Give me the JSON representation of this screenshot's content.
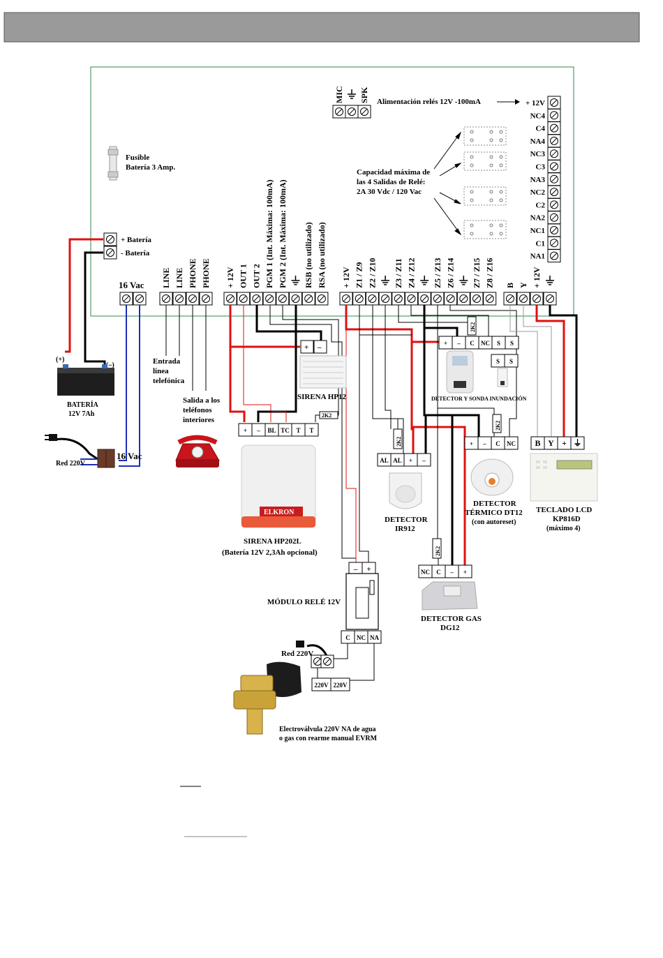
{
  "header_bar": {
    "color": "#9a9a9a"
  },
  "board": {
    "border_color": "#2f8a4a"
  },
  "top_terminals": {
    "labels": [
      "MIC",
      "⏚",
      "SPK"
    ]
  },
  "relay_power_label": "Alimentación relés 12V -100mA",
  "relay_terminals": [
    "+ 12V",
    "NC4",
    "C4",
    "NA4",
    "NC3",
    "C3",
    "NA3",
    "NC2",
    "C2",
    "NA2",
    "NC1",
    "C1",
    "NA1"
  ],
  "relay_capacity": {
    "line1": "Capacidad máxima de",
    "line2": "las 4 Salidas de Relé:",
    "line3": "2A 30 Vdc / 120 Vac"
  },
  "fuse": {
    "line1": "Fusible",
    "line2": "Batería 3 Amp."
  },
  "battery_terminals": {
    "plus": "+  Batería",
    "minus": "-   Batería"
  },
  "bottom_groups": {
    "vac_label": "16 Vac",
    "phone": [
      "LINE",
      "LINE",
      "PHONE",
      "PHONE"
    ],
    "outputs": [
      "+ 12V",
      "OUT 1",
      "OUT 2",
      "PGM 1 (Int. Máxima: 100mA)",
      "PGM 2 (Int. Máxima: 100mA)",
      "⏚",
      "RSB  (no utilizado)",
      "RSA  (no utilizado)"
    ],
    "zones": [
      "+ 12V",
      "Z1 / Z9",
      "Z2 / Z10",
      "⏚",
      "Z3 / Z11",
      "Z4 / Z12",
      "⏚",
      "Z5 / Z13",
      "Z6 / Z14",
      "⏚",
      "Z7 / Z15",
      "Z8 / Z16"
    ],
    "bus": [
      "B",
      "Y",
      "+ 12V",
      "⏚"
    ]
  },
  "battery": {
    "plus": "(+)",
    "minus": "(–)",
    "name": "BATERÍA",
    "spec": "12V 7Ah"
  },
  "mains": {
    "label": "Red 220V",
    "vac": "16 Vac"
  },
  "phone_line": {
    "l1": "Entrada",
    "l2": "línea",
    "l3": "telefónica"
  },
  "phone_int": {
    "l1": "Salida a los",
    "l2": "teléfonos",
    "l3": "interiores"
  },
  "siren_hp12": {
    "name": "SIRENA HP12",
    "plus": "+",
    "minus": "–"
  },
  "siren_hp202": {
    "name": "SIRENA HP202L",
    "note": "(Batería 12V 2,3Ah opcional)",
    "brand": "ELKRON",
    "terms": [
      "+",
      "–",
      "BL",
      "TC",
      "T",
      "T"
    ],
    "res": "2K2"
  },
  "flood": {
    "name": "DETECTOR Y SONDA INUNDACIÓN",
    "terms": [
      "+",
      "–",
      "C",
      "NC",
      "S",
      "S"
    ],
    "probe": [
      "S",
      "S"
    ],
    "res": "2K2"
  },
  "ir912": {
    "name": "DETECTOR",
    "model": "IR912",
    "terms": [
      "AL",
      "AL",
      "+",
      "–"
    ],
    "res": "2K2"
  },
  "dt12": {
    "name": "DETECTOR",
    "l2": "TÉRMICO DT12",
    "l3": "(con autoreset)",
    "terms": [
      "+",
      "–",
      "C",
      "NC"
    ],
    "res": "2K2"
  },
  "keypad": {
    "name": "TECLADO LCD",
    "model": "KP816D",
    "note": "(máximo 4)",
    "terms": [
      "B",
      "Y",
      "+",
      "⏚"
    ]
  },
  "relay_module": {
    "name": "MÓDULO RELÉ 12V",
    "top": [
      "–",
      "+"
    ],
    "bottom": [
      "C",
      "NC",
      "NA"
    ]
  },
  "gas": {
    "name": "DETECTOR GAS",
    "model": "DG12",
    "terms": [
      "NC",
      "C",
      "–",
      "+"
    ],
    "res": "2K2"
  },
  "valve": {
    "mains": "Red 220V",
    "terms": [
      "220V",
      "220V"
    ],
    "l1": "Electroválvula 220V NA de agua",
    "l2": "o gas con rearme manual EVRM"
  }
}
